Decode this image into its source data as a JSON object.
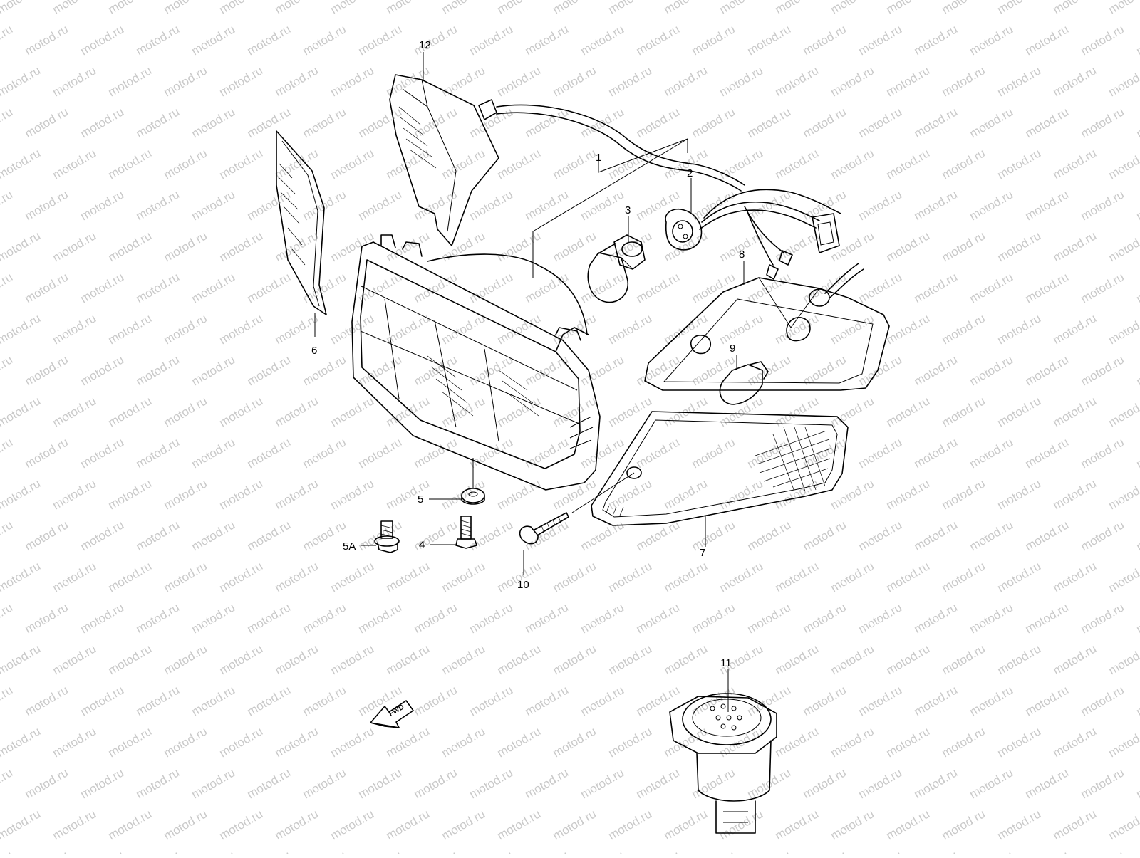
{
  "watermark": {
    "text": "motod.ru"
  },
  "callouts": [
    {
      "id": "1",
      "label": "1"
    },
    {
      "id": "2",
      "label": "2"
    },
    {
      "id": "3",
      "label": "3"
    },
    {
      "id": "4",
      "label": "4"
    },
    {
      "id": "5",
      "label": "5"
    },
    {
      "id": "5A",
      "label": "5A"
    },
    {
      "id": "6",
      "label": "6"
    },
    {
      "id": "7",
      "label": "7"
    },
    {
      "id": "8",
      "label": "8"
    },
    {
      "id": "9",
      "label": "9"
    },
    {
      "id": "10",
      "label": "10"
    },
    {
      "id": "11",
      "label": "11"
    },
    {
      "id": "12",
      "label": "12"
    }
  ],
  "fwd_arrow": {
    "label": "FWD"
  }
}
